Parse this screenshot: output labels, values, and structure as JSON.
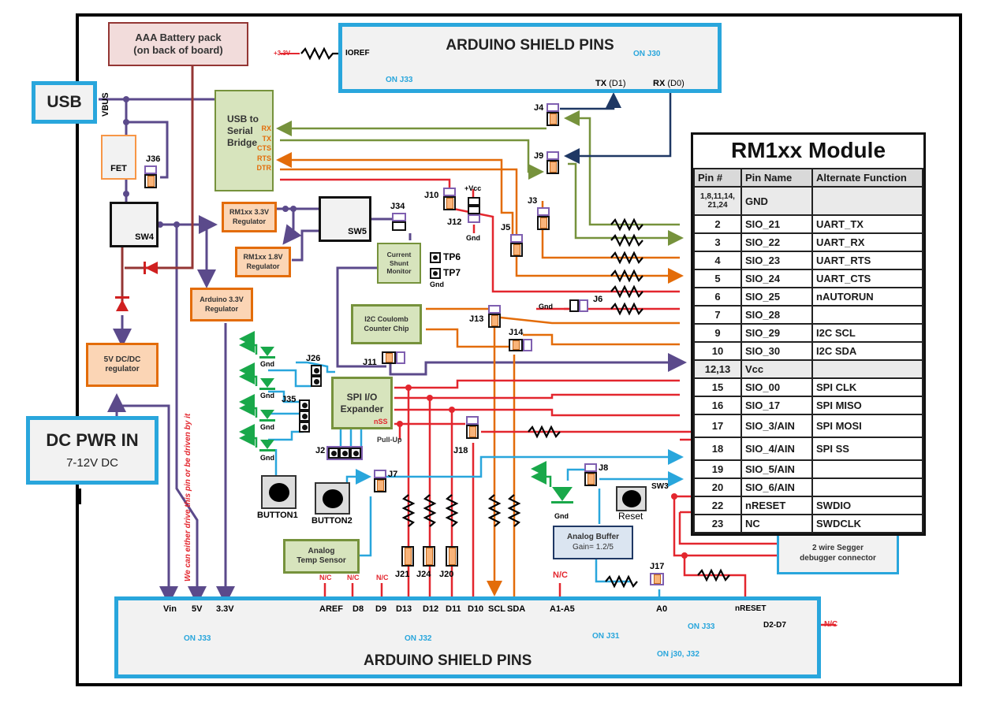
{
  "diagram": {
    "module": {
      "title": "RM1xx Module",
      "headers": [
        "Pin #",
        "Pin Name",
        "Alternate Function"
      ],
      "rows": [
        {
          "pin": "1,8,11,14, 21,24",
          "name": "GND",
          "alt": ""
        },
        {
          "pin": "2",
          "name": "SIO_21",
          "alt": "UART_TX"
        },
        {
          "pin": "3",
          "name": "SIO_22",
          "alt": "UART_RX"
        },
        {
          "pin": "4",
          "name": "SIO_23",
          "alt": "UART_RTS"
        },
        {
          "pin": "5",
          "name": "SIO_24",
          "alt": "UART_CTS"
        },
        {
          "pin": "6",
          "name": "SIO_25",
          "alt": "nAUTORUN"
        },
        {
          "pin": "7",
          "name": "SIO_28",
          "alt": ""
        },
        {
          "pin": "9",
          "name": "SIO_29",
          "alt": "I2C SCL"
        },
        {
          "pin": "10",
          "name": "SIO_30",
          "alt": "I2C SDA"
        },
        {
          "pin": "12,13",
          "name": "Vcc",
          "alt": ""
        },
        {
          "pin": "15",
          "name": "SIO_00",
          "alt": "SPI CLK"
        },
        {
          "pin": "16",
          "name": "SIO_17",
          "alt": "SPI MISO"
        },
        {
          "pin": "17",
          "name": "SIO_3/AIN",
          "alt": "SPI MOSI"
        },
        {
          "pin": "18",
          "name": "SIO_4/AIN",
          "alt": "SPI SS"
        },
        {
          "pin": "19",
          "name": "SIO_5/AIN",
          "alt": ""
        },
        {
          "pin": "20",
          "name": "SIO_6/AIN",
          "alt": ""
        },
        {
          "pin": "22",
          "name": "nRESET",
          "alt": "SWDIO"
        },
        {
          "pin": "23",
          "name": "NC",
          "alt": "SWDCLK"
        }
      ]
    },
    "top_shield": {
      "title": "ARDUINO SHIELD PINS",
      "ioref": "IOREF",
      "ioref_supply": "+3.3V",
      "ioref_note": "ON J33",
      "j30_note": "ON J30",
      "tx_pin": "TX",
      "tx_sub": "(D1)",
      "rx_pin": "RX",
      "rx_sub": "(D0)"
    },
    "bottom_shield": {
      "title": "ARDUINO SHIELD PINS",
      "power_pins": [
        "Vin",
        "5V",
        "3.3V"
      ],
      "power_note": "ON J33",
      "digital_pins": [
        "AREF",
        "D8",
        "D9",
        "D13",
        "D12",
        "D11",
        "D10",
        "SCL",
        "SDA"
      ],
      "digital_note": "ON J32",
      "analog_pins": [
        "A1-A5",
        "A0"
      ],
      "analog_note": "ON J31",
      "nreset": "nRESET",
      "nreset_note": "ON J33",
      "d2d7": "D2-D7",
      "d2d7_note": "ON j30, J32",
      "nc": "N/C"
    },
    "blocks": {
      "battery_line1": "AAA Battery pack",
      "battery_line2": "(on back of board)",
      "usb": "USB",
      "vbus": "VBUS",
      "fet": "FET",
      "usb_serial_line1": "USB to",
      "usb_serial_line2": "Serial",
      "usb_serial_line3": "Bridge",
      "bridge_pins": [
        "RX",
        "TX",
        "CTS",
        "RTS",
        "DTR"
      ],
      "sw4": "SW4",
      "sw5": "SW5",
      "reg33_line1": "RM1xx 3.3V",
      "reg33_line2": "Regulator",
      "reg18_line1": "RM1xx 1.8V",
      "reg18_line2": "Regulator",
      "ard33_line1": "Arduino 3.3V",
      "ard33_line2": "Regulator",
      "dcdc_line1": "5V DC/DC",
      "dcdc_line2": "regulator",
      "dcpwr_title": "DC PWR IN",
      "dcpwr_sub": "7-12V DC",
      "shunt_line1": "Current",
      "shunt_line2": "Shunt",
      "shunt_line3": "Monitor",
      "coulomb_line1": "I2C Coulomb",
      "coulomb_line2": "Counter Chip",
      "spi_line1": "SPI I/O",
      "spi_line2": "Expander",
      "nss": "nSS",
      "pullup": "Pull-Up",
      "tp6": "TP6",
      "tp7": "TP7",
      "gnd": "Gnd",
      "vcc": "+Vcc",
      "button1": "BUTTON1",
      "button2": "BUTTON2",
      "reset_btn": "Reset",
      "sw3": "SW3",
      "temp_line1": "Analog",
      "temp_line2": "Temp Sensor",
      "buffer_line1": "Analog Buffer",
      "buffer_line2": "Gain= 1.2/5",
      "segger_line1": "2 wire Segger",
      "segger_line2": "debugger connector",
      "note_drive": "We can either drive this pin or be driven by it",
      "nc": "N/C"
    },
    "jumpers": [
      "J36",
      "J4",
      "J9",
      "J10",
      "J12",
      "J34",
      "J3",
      "J5",
      "J6",
      "J13",
      "J14",
      "J11",
      "J26",
      "J35",
      "J2",
      "J18",
      "J7",
      "J8",
      "J17",
      "J21",
      "J24",
      "J20"
    ],
    "colors": {
      "purple": "#5b4a8b",
      "green": "#76923c",
      "orange": "#e36c09",
      "red": "#e3262e",
      "darkred": "#943634",
      "blue": "#29a6dc",
      "navy": "#1f3864",
      "led_green": "#19a84a"
    }
  }
}
